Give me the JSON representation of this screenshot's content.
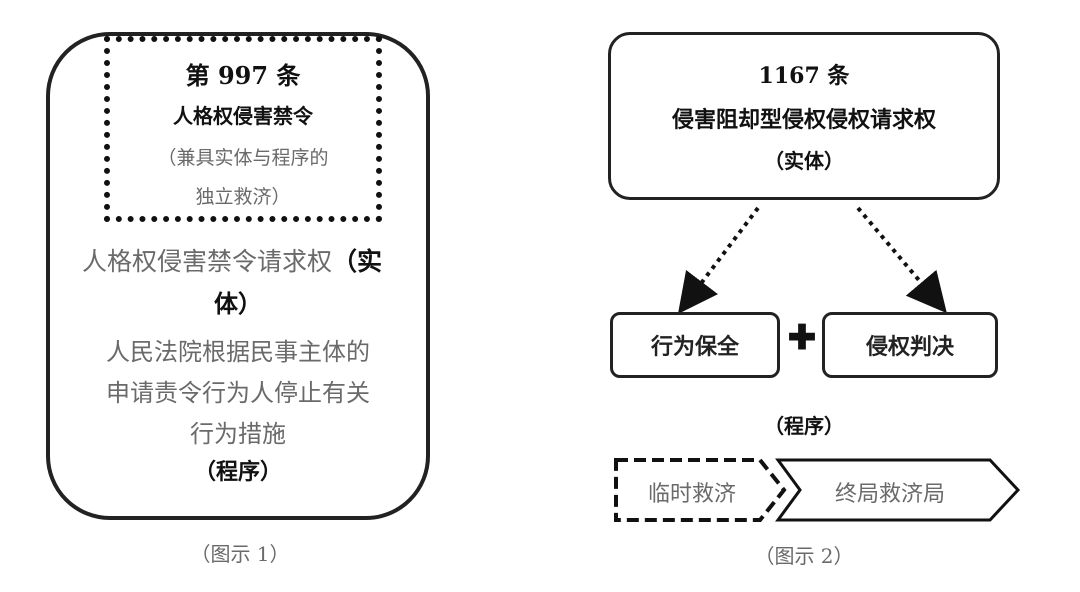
{
  "figure1": {
    "heading": "第 997 条",
    "dotted_line1": "人格权侵害禁令",
    "dotted_line2": "（兼具实体与程序的",
    "dotted_line3": "独立救济）",
    "claim_text": "人格权侵害禁令请求权",
    "claim_tag_open": "（实",
    "claim_tag_close": "体）",
    "proc_line1": "人民法院根据民事主体的",
    "proc_line2": "申请责令行为人停止有关",
    "proc_line3": "行为措施",
    "proc_tag": "（程序）",
    "caption": "（图示 1）"
  },
  "figure2": {
    "top_line1": "1167 条",
    "top_line2": "侵害阻却型侵权侵权请求权",
    "top_line3": "（实体）",
    "box_left": "行为保全",
    "box_right": "侵权判决",
    "plus": "✚",
    "proc_tag": "（程序）",
    "arrow_left": "临时救济",
    "arrow_right": "终局救济局",
    "caption": "（图示 2）"
  }
}
